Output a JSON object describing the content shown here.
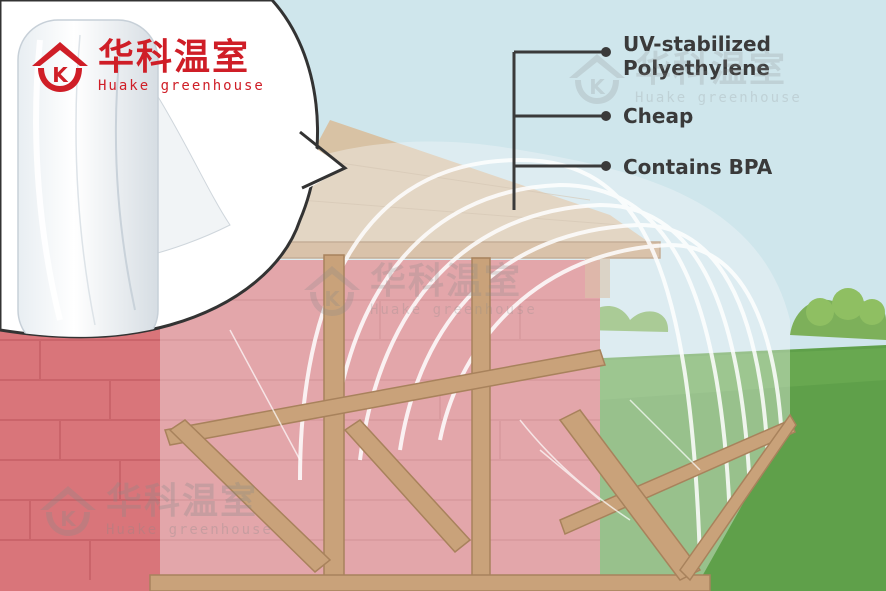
{
  "callouts": {
    "item_1_line_1": "UV-stabilized",
    "item_1_line_2": "Polyethylene",
    "item_2": "Cheap",
    "item_3": "Contains BPA"
  },
  "watermark": {
    "chinese": "华科温室",
    "english": "Huake greenhouse"
  },
  "colors": {
    "sky": "#cfe6ec",
    "grass": "#5fa04a",
    "brick": "#d9757a",
    "wood": "#c9a27a",
    "logo_red": "#cf1e27",
    "callout_text": "#3a3a3a"
  }
}
